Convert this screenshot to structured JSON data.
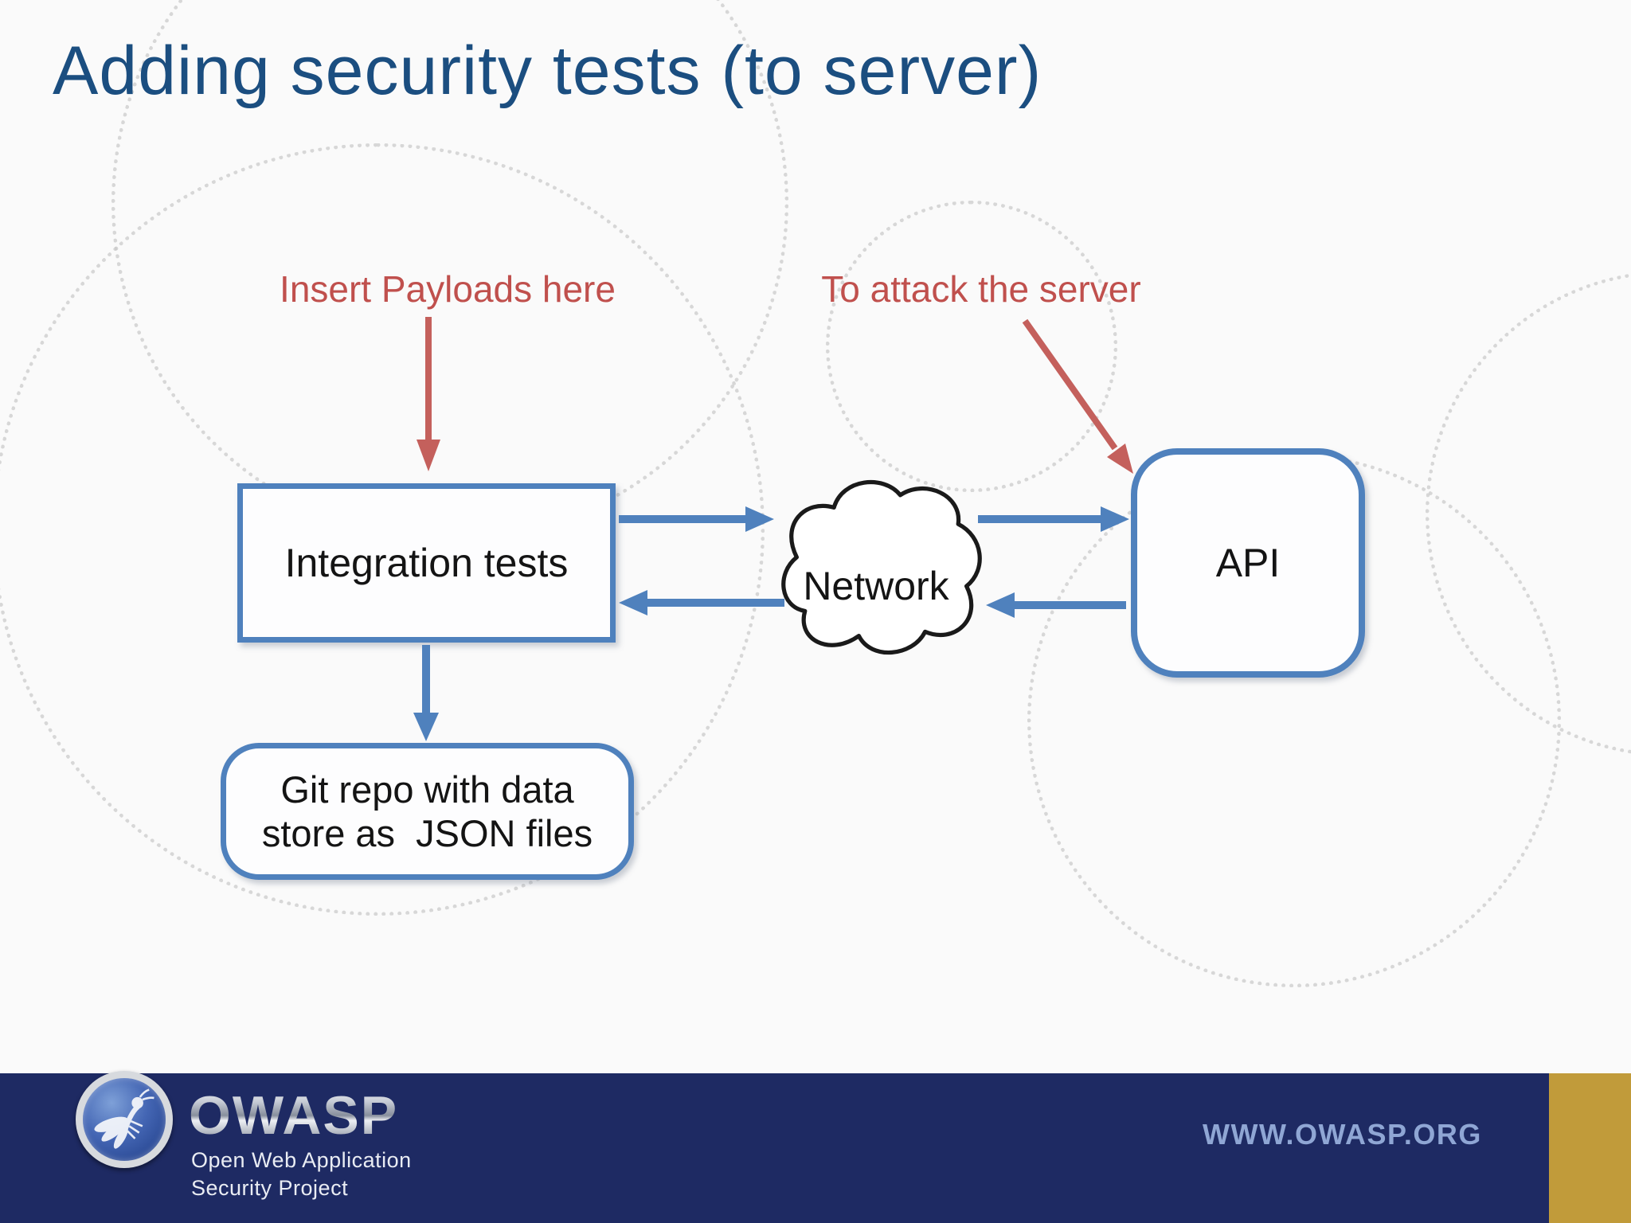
{
  "slide": {
    "title": "Adding security tests (to server)",
    "annotations": {
      "insert_payloads": "Insert Payloads here",
      "attack_server": "To attack the server",
      "arrows": [
        {
          "label": "Insert Payloads here",
          "points_to": "Integration tests"
        },
        {
          "label": "To attack the server",
          "points_to": "API"
        }
      ]
    },
    "diagram": {
      "integration_box": "Integration tests",
      "network_cloud": "Network",
      "api_box": "API",
      "git_box": "Git repo with data\nstore as  JSON files",
      "flows": [
        {
          "from": "Integration tests",
          "to": "Network"
        },
        {
          "from": "Network",
          "to": "API"
        },
        {
          "from": "API",
          "to": "Network"
        },
        {
          "from": "Network",
          "to": "Integration tests"
        },
        {
          "from": "Integration tests",
          "to": "Git repo with data store as JSON files"
        }
      ]
    },
    "footer": {
      "logo_text": "OWASP",
      "logo_subtitle": "Open Web Application\nSecurity Project",
      "website": "WWW.OWASP.ORG"
    },
    "colors": {
      "accent_blue": "#4f81bd",
      "annotation_red": "#c0504d",
      "title_blue": "#1b4e80",
      "footer_navy": "#1e2a63",
      "footer_gold": "#c19b3a",
      "website_text": "#8fa6d4",
      "cloud_outline": "#1a1a1a"
    }
  }
}
